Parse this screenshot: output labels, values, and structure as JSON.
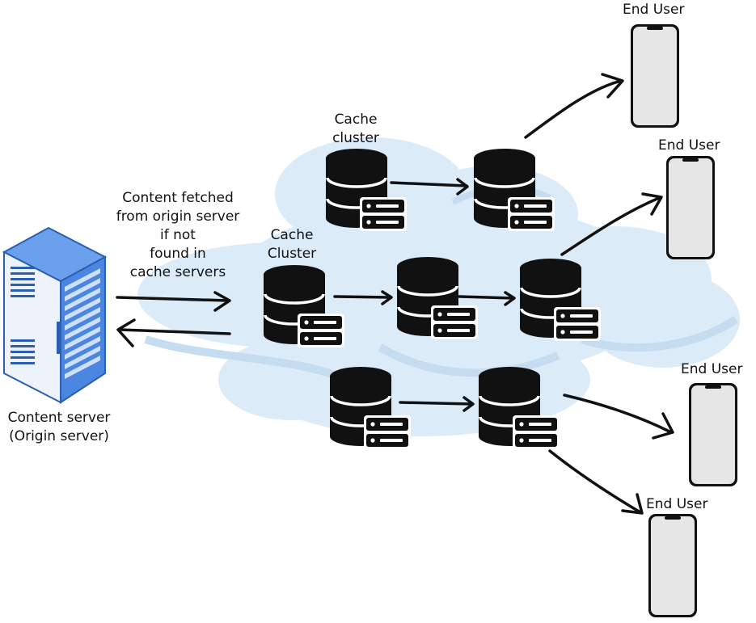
{
  "labels": {
    "end_user": "End User",
    "cache_cluster_top": [
      "Cache",
      "cluster"
    ],
    "cache_cluster_mid": [
      "Cache",
      "Cluster"
    ],
    "fetch_note": [
      "Content fetched",
      "from origin server",
      "if not",
      "found in",
      "cache servers"
    ],
    "content_server": [
      "Content server",
      "(Origin server)"
    ]
  },
  "colors": {
    "cloud": "#dcebf8",
    "cloud_shade": "#c5dcf1",
    "server_front": "#4b86e0",
    "server_side": "#eef3fb",
    "db_icon": "#111111",
    "phone_body": "#e6e6e6"
  },
  "icons": [
    "cloud-icon",
    "origin-server-rack-icon",
    "database-server-icon",
    "smartphone-icon",
    "arrow-icon"
  ]
}
